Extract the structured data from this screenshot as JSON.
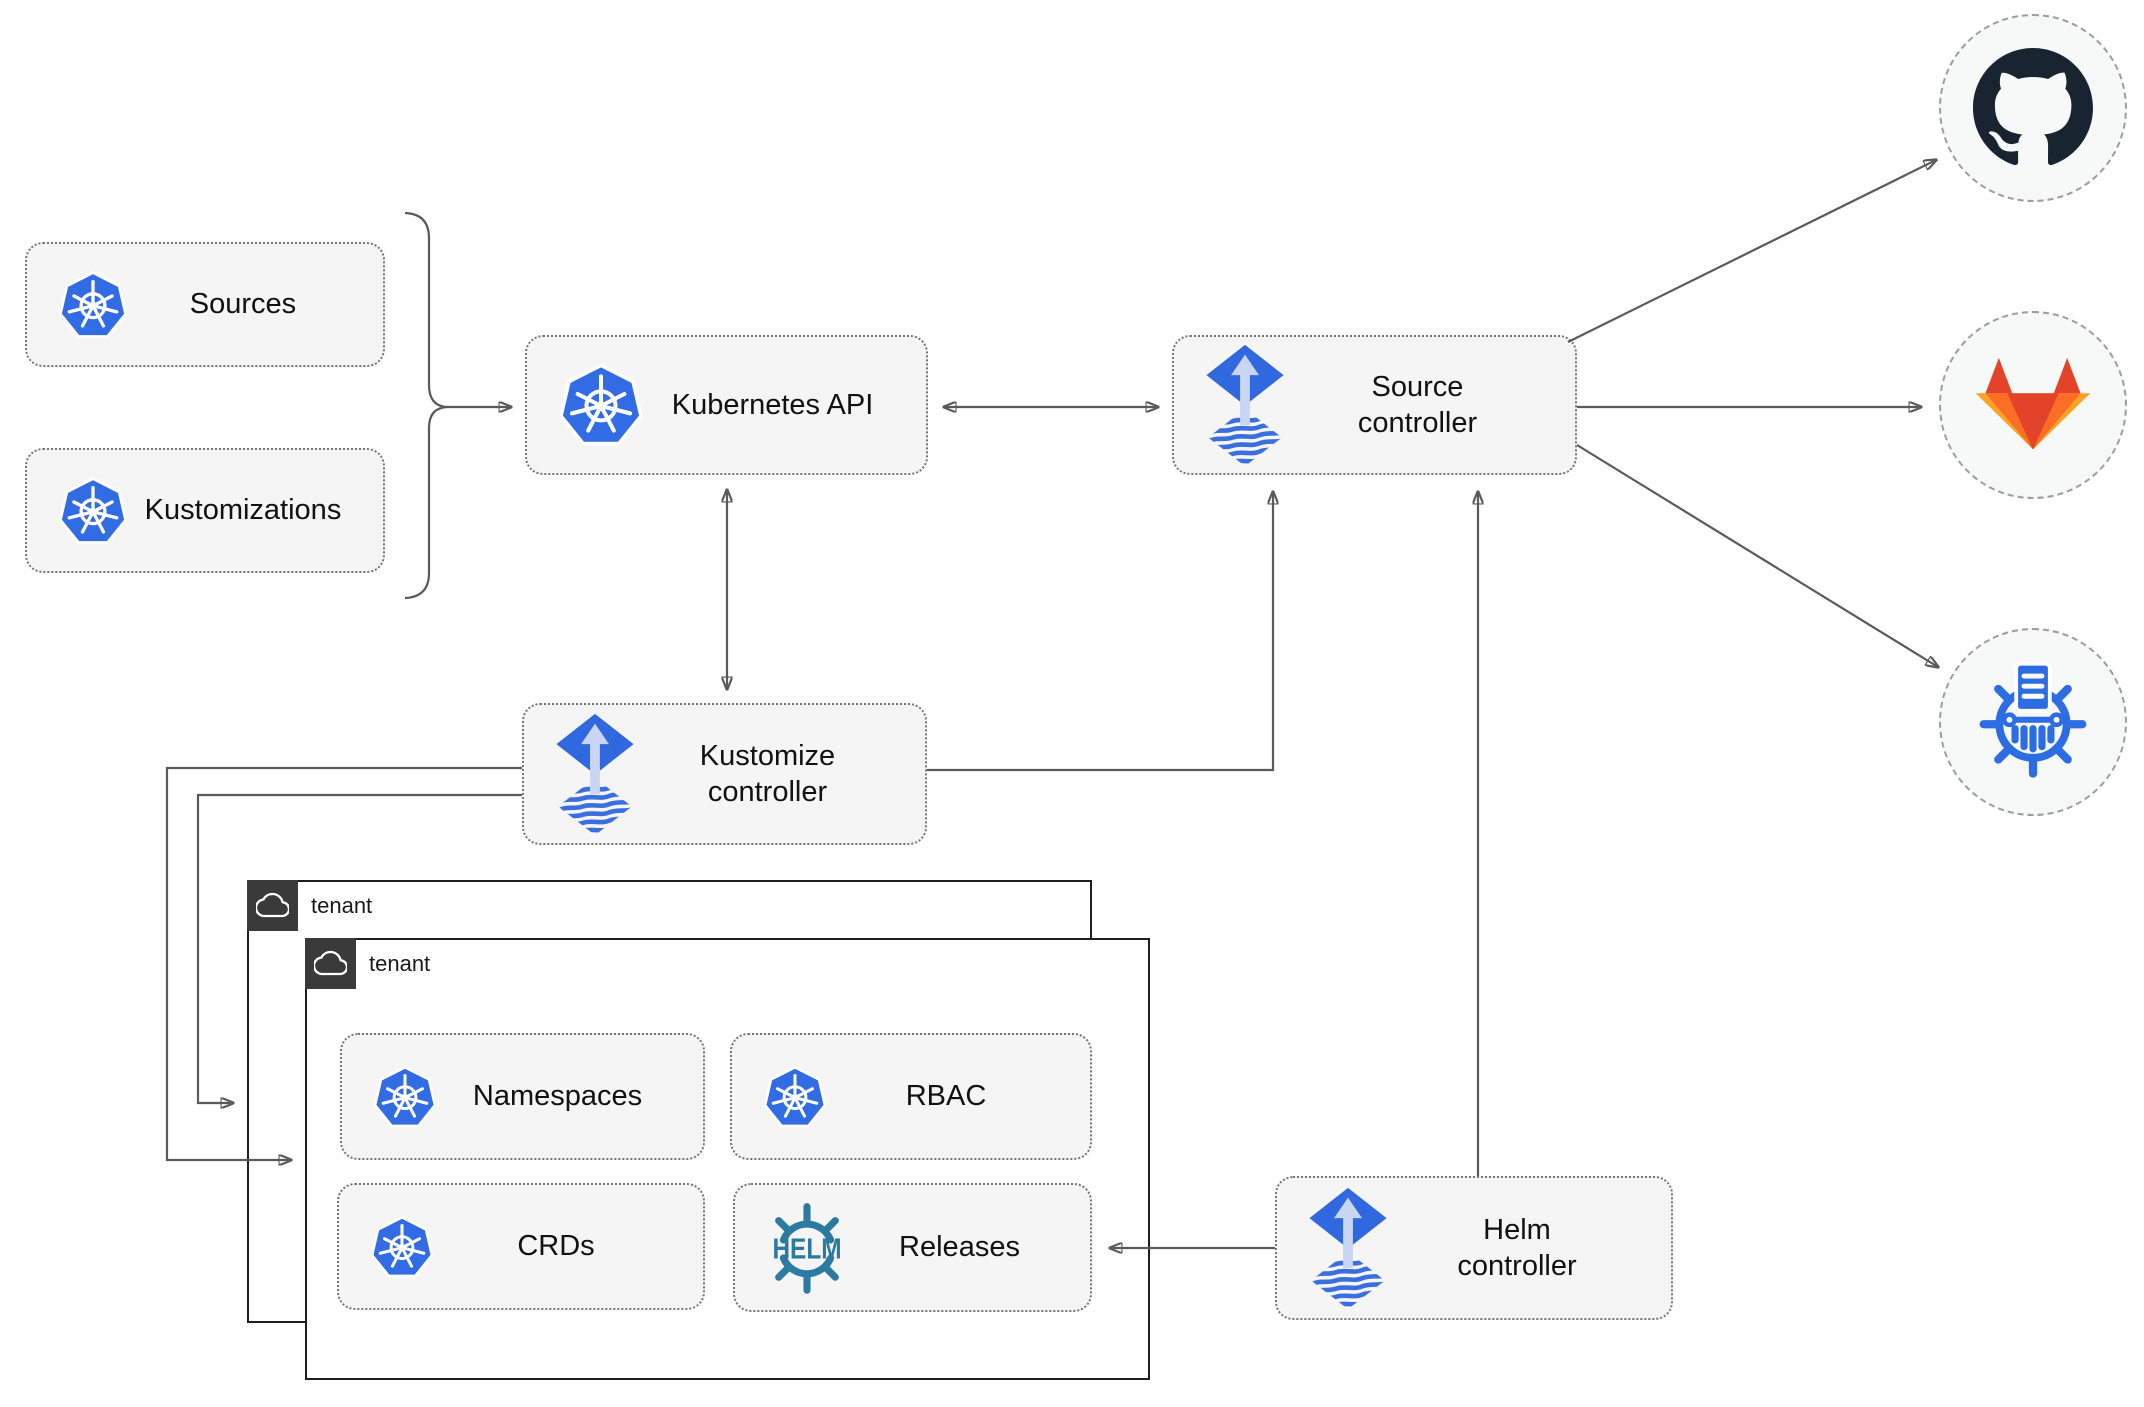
{
  "diagram": {
    "kind": "flux-gitops-architecture-diagram",
    "nodes": {
      "sources": {
        "label": "Sources",
        "icon": "kubernetes"
      },
      "kustomizations": {
        "label": "Kustomizations",
        "icon": "kubernetes"
      },
      "kubernetes_api": {
        "label": "Kubernetes API",
        "icon": "kubernetes"
      },
      "source_controller": {
        "label": "Source controller",
        "icon": "flux"
      },
      "kustomize_controller": {
        "label": "Kustomize controller",
        "icon": "flux"
      },
      "helm_controller": {
        "label": "Helm controller",
        "icon": "flux"
      },
      "tenant_outer": {
        "label": "tenant",
        "icon": "cloud"
      },
      "tenant_inner": {
        "label": "tenant",
        "icon": "cloud"
      },
      "namespaces": {
        "label": "Namespaces",
        "icon": "kubernetes"
      },
      "rbac": {
        "label": "RBAC",
        "icon": "kubernetes"
      },
      "crds": {
        "label": "CRDs",
        "icon": "kubernetes"
      },
      "releases": {
        "label": "Releases",
        "icon": "helm"
      },
      "github": {
        "icon": "github"
      },
      "gitlab": {
        "icon": "gitlab"
      },
      "artifact_storage": {
        "icon": "kubernetes-registry"
      }
    },
    "helm_icon_text": "HELM",
    "edges": [
      {
        "from": "sources+kustomizations",
        "to": "kubernetes_api",
        "style": "bracket-arrow"
      },
      {
        "from": "kubernetes_api",
        "to": "source_controller",
        "style": "double-arrow"
      },
      {
        "from": "kubernetes_api",
        "to": "kustomize_controller",
        "style": "double-arrow"
      },
      {
        "from": "kustomize_controller",
        "to": "source_controller",
        "style": "arrow"
      },
      {
        "from": "kustomize_controller",
        "to": "tenant_outer",
        "style": "arrow"
      },
      {
        "from": "kustomize_controller",
        "to": "tenant_inner",
        "style": "arrow"
      },
      {
        "from": "helm_controller",
        "to": "source_controller",
        "style": "arrow"
      },
      {
        "from": "helm_controller",
        "to": "releases",
        "style": "arrow"
      },
      {
        "from": "source_controller",
        "to": "github",
        "style": "arrow"
      },
      {
        "from": "source_controller",
        "to": "gitlab",
        "style": "arrow"
      },
      {
        "from": "source_controller",
        "to": "artifact_storage",
        "style": "arrow"
      }
    ],
    "colors": {
      "kubernetes_blue": "#326CE5",
      "flux_blue": "#3068DF",
      "flux_arrow_light": "#C9D6F3",
      "helm_teal": "#2A7AA1",
      "github_dark": "#182430",
      "gitlab_red_orange": "#E24329",
      "gitlab_orange": "#FC6D26",
      "gitlab_light_orange": "#FCA326",
      "node_fill": "#F5F5F5",
      "line_gray": "#5A5A5A",
      "tenant_tab_dark": "#3A3A3A"
    }
  }
}
